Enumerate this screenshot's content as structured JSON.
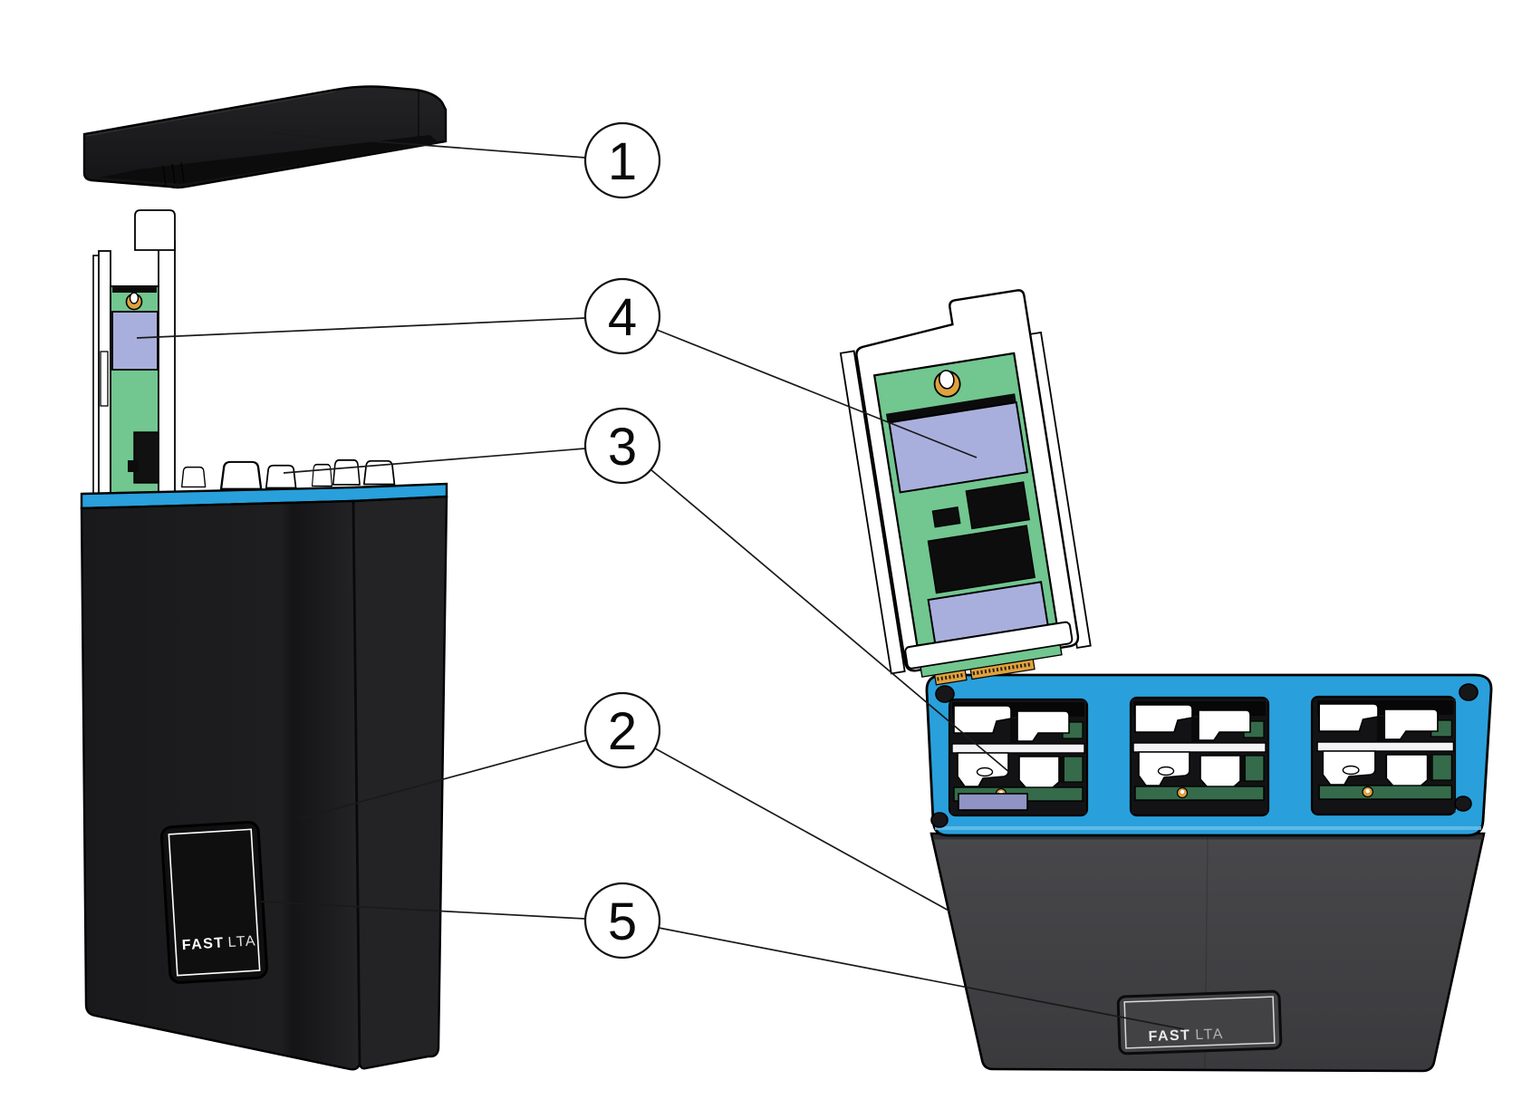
{
  "diagram": {
    "callouts": [
      {
        "number": "1"
      },
      {
        "number": "4"
      },
      {
        "number": "3"
      },
      {
        "number": "2"
      },
      {
        "number": "5"
      }
    ],
    "brand": {
      "bold": "FAST",
      "light": "LTA"
    },
    "colors": {
      "accent_blue": "#29A0DB",
      "accent_blue_light": "#63BDE8",
      "pcb_green": "#72C690",
      "pcb_green_dark": "#356B4A",
      "chip_lavender": "#A9AFDD",
      "chip_lavender_dim": "#8F94C4",
      "gold": "#DFA23E",
      "body_black": "#1C1C1E",
      "body_gray": "#414144",
      "line_black": "#1a1a1a"
    }
  }
}
